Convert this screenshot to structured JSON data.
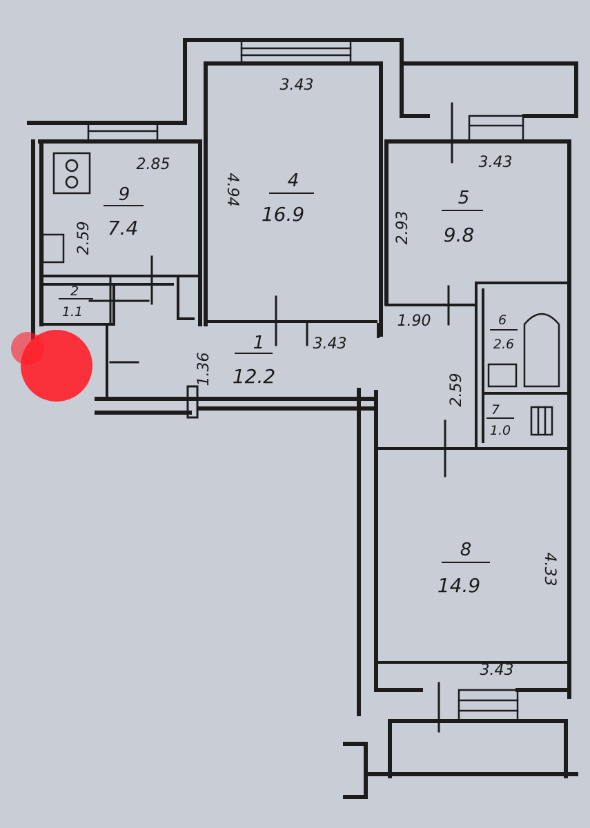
{
  "colors": {
    "paper": "#c9cdd6",
    "ink": "#1c1c1c",
    "marker": "#ff1f2a"
  },
  "rooms": [
    {
      "id": "9",
      "number": "9",
      "area": "7.4"
    },
    {
      "id": "4",
      "number": "4",
      "area": "16.9"
    },
    {
      "id": "5",
      "number": "5",
      "area": "9.8"
    },
    {
      "id": "2",
      "number": "2",
      "area": "1.1"
    },
    {
      "id": "1",
      "number": "1",
      "area": "12.2"
    },
    {
      "id": "6",
      "number": "6",
      "area": "2.6"
    },
    {
      "id": "7",
      "number": "7",
      "area": "1.0"
    },
    {
      "id": "8",
      "number": "8",
      "area": "14.9"
    }
  ],
  "dimensions": {
    "room4_top": "3.43",
    "room9_top": "2.85",
    "room9_side": "2.59",
    "room4_side": "4.94",
    "room5_top": "3.43",
    "room5_side": "2.93",
    "hall_width": "1.36",
    "corridor_len": "3.43",
    "corridor_door": "1.90",
    "bath_side": "2.59",
    "room8_side": "4.33",
    "room8_bottom": "3.43"
  }
}
